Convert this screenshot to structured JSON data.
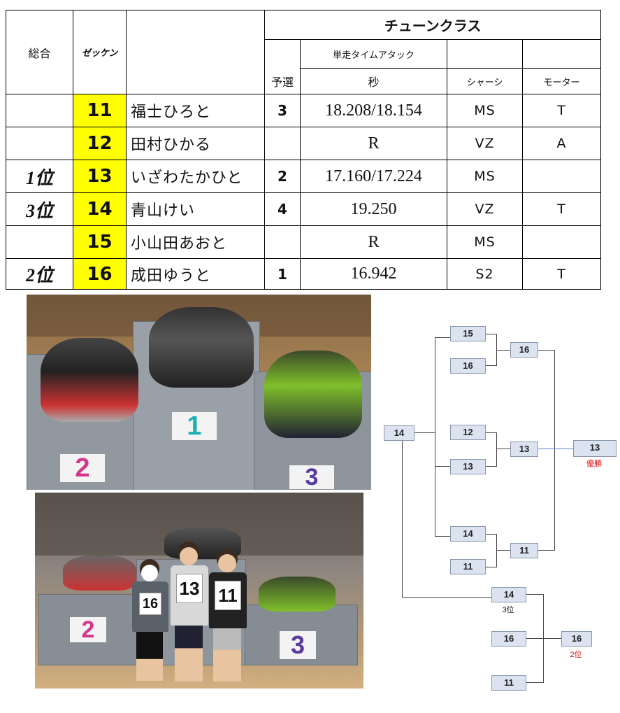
{
  "table": {
    "headers": {
      "overall": "総合",
      "bib": "ゼッケン",
      "class_title": "チューンクラス",
      "time_attack": "単走タイムアタック",
      "qualifying": "予選",
      "seconds": "秒",
      "chassis": "シャーシ",
      "motor": "モーター"
    },
    "rows": [
      {
        "rank": "",
        "bib": "11",
        "name": "福士ひろと",
        "qual": "3",
        "time": "18.208/18.154",
        "chassis": "MS",
        "motor": "T"
      },
      {
        "rank": "",
        "bib": "12",
        "name": "田村ひかる",
        "qual": "",
        "time": "R",
        "chassis": "VZ",
        "motor": "A"
      },
      {
        "rank": "1位",
        "bib": "13",
        "name": "いざわたかひと",
        "qual": "2",
        "time": "17.160/17.224",
        "chassis": "MS",
        "motor": ""
      },
      {
        "rank": "3位",
        "bib": "14",
        "name": "青山けい",
        "qual": "4",
        "time": "19.250",
        "chassis": "VZ",
        "motor": "T"
      },
      {
        "rank": "",
        "bib": "15",
        "name": "小山田あおと",
        "qual": "",
        "time": "R",
        "chassis": "MS",
        "motor": ""
      },
      {
        "rank": "2位",
        "bib": "16",
        "name": "成田ゆうと",
        "qual": "1",
        "time": "16.942",
        "chassis": "S2",
        "motor": "T"
      }
    ]
  },
  "photos": {
    "podium": {
      "cards": [
        "2",
        "1",
        "3"
      ]
    },
    "kids": {
      "cards": [
        "2",
        "3"
      ],
      "bibs": [
        "16",
        "13",
        "11"
      ]
    }
  },
  "bracket": {
    "entrant": "14",
    "r1": [
      "15",
      "16",
      "12",
      "13",
      "14",
      "11"
    ],
    "r2": [
      "16",
      "13",
      "11"
    ],
    "final": "13",
    "winner_label": "優勝",
    "third": {
      "top": "14",
      "top_label": "3位",
      "a": "16",
      "b": "11",
      "win": "16",
      "win_label": "2位"
    },
    "colors": {
      "line": "#5a8ac6",
      "box": "#dbe3f1",
      "accent": "#e01010"
    }
  }
}
